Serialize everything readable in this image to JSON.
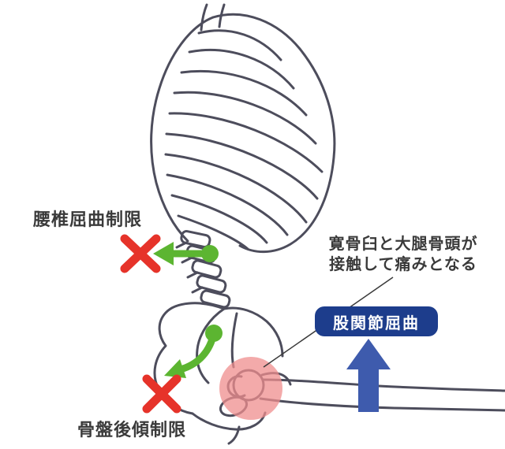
{
  "labels": {
    "lumbar_flexion_restriction": "腰椎屈曲制限",
    "pain_note_line1": "寛骨臼と大腿骨頭が",
    "pain_note_line2": "接触して痛みとなる",
    "hip_flexion_badge": "股関節屈曲",
    "pelvic_posterior_tilt_restriction": "骨盤後傾制限"
  },
  "icons": {
    "restriction_cross": "✕",
    "hip_flexion_up_arrow": "↑",
    "lumbar_motion_left_arrow": "←",
    "pelvic_motion_curved_arrow": "↶"
  },
  "colors": {
    "background": "#ffffff",
    "skeleton_outline": "#4d4d5c",
    "text": "#3a3a3a",
    "restriction_x_red": "#e6332a",
    "motion_green": "#5cb531",
    "pain_highlight_pink": "#ef8e8e",
    "badge_background": "#1d3d8c",
    "badge_text": "#ffffff",
    "flexion_arrow_blue": "#3e5bad"
  }
}
